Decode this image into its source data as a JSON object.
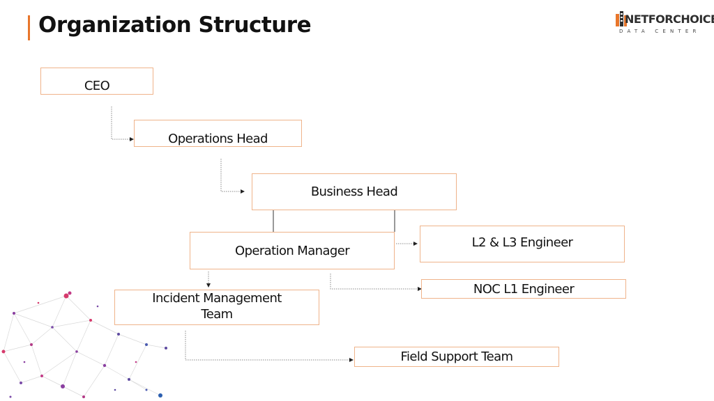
{
  "header": {
    "title": "Organization Structure",
    "accent_color": "#e8762b"
  },
  "logo": {
    "name": "NETFORCHOICE",
    "tagline": "DATA CENTER",
    "icon": "building-icon"
  },
  "org_chart": {
    "ceo": "CEO",
    "operations_head": "Operations Head",
    "business_head": "Business Head",
    "operation_manager": "Operation Manager",
    "l2_l3_engineer": "L2 & L3 Engineer",
    "noc_l1_engineer": "NOC L1 Engineer",
    "incident_management_line1": "Incident Management",
    "incident_management_line2": "Team",
    "field_support_team": "Field Support Team",
    "box_border_color": "#efb38a"
  }
}
